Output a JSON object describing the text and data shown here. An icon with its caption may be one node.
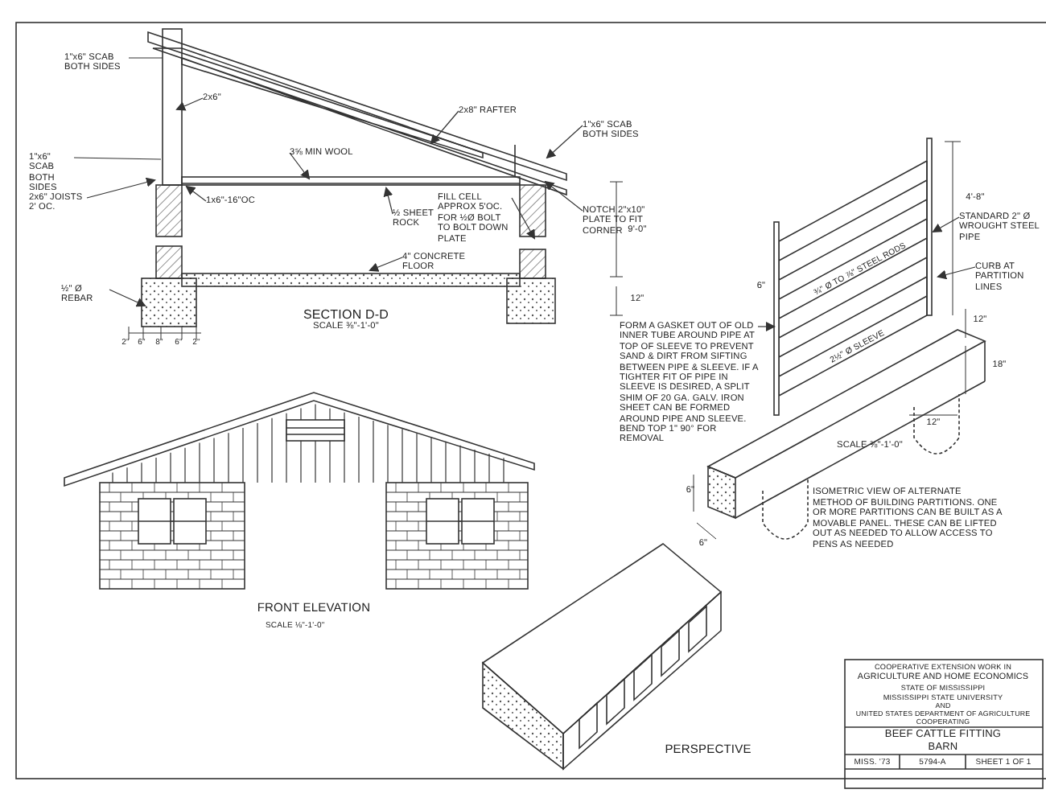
{
  "diagram": {
    "nodes": [
      {
        "text": [
          "1\"x6\" SCAB BOTH SIDES"
        ]
      },
      {
        "text": [
          "2x6\""
        ]
      },
      {
        "text": [
          "1\"x6\" SCAB BOTH SIDES"
        ]
      },
      {
        "text": [
          "2x6\" JOISTS 2' OC."
        ]
      },
      {
        "text": [
          "3⅝ MIN WOOL"
        ]
      },
      {
        "text": [
          "1x6\"-16\"OC"
        ]
      },
      {
        "text": [
          "½ SHEET ROCK"
        ]
      },
      {
        "text": [
          "FILL CELL APPROX 5'OC. FOR ½Ø BOLT TO BOLT DOWN PLATE"
        ]
      },
      {
        "text": [
          "4\" CONCRETE FLOOR"
        ]
      },
      {
        "text": [
          "½\" Ø REBAR"
        ]
      },
      {
        "text": [
          "2x8\" RAFTER"
        ]
      },
      {
        "text": [
          "1\"x6\" SCAB BOTH SIDES"
        ]
      },
      {
        "text": [
          "NOTCH 2\"x10\" PLATE TO FIT CORNER"
        ]
      },
      {
        "text": [
          "STANDARD 2\" Ø WROUGHT STEEL PIPE"
        ]
      },
      {
        "text": [
          "CURB AT PARTITION LINES"
        ]
      },
      {
        "text": [
          "FORM A GASKET OUT OF OLD INNER TUBE AROUND PIPE AT TOP OF SLEEVE TO PREVENT SAND & DIRT FROM SIFTING BETWEEN PIPE & SLEEVE. IF A TIGHTER FIT OF PIPE IN SLEEVE IS DESIRED, A SPLIT SHIM OF 20 GA. GALV. IRON SHEET CAN BE FORMED AROUND PIPE AND SLEEVE. BEND TOP 1\" 90° FOR REMOVAL"
        ]
      },
      {
        "text": [],
        "shape": "bar"
      }
    ],
    "edges": [
      {
        "from": 0,
        "to": null,
        "arrow": "none"
      },
      {
        "from": 1,
        "to": null,
        "arrow": "to"
      },
      {
        "from": 2,
        "to": null,
        "arrow": "none"
      },
      {
        "from": 3,
        "to": null,
        "arrow": "to"
      },
      {
        "from": 4,
        "to": null,
        "arrow": "to"
      },
      {
        "from": 5,
        "to": null,
        "arrow": "to"
      },
      {
        "from": 6,
        "to": null,
        "arrow": "to"
      },
      {
        "from": 7,
        "to": null,
        "arrow": "to"
      },
      {
        "from": 8,
        "to": null,
        "arrow": "to"
      },
      {
        "from": 9,
        "to": null,
        "arrow": "to"
      },
      {
        "from": 10,
        "to": null,
        "arrow": "to"
      },
      {
        "from": 11,
        "to": null,
        "arrow": "to"
      },
      {
        "from": 12,
        "to": null,
        "arrow": "to"
      },
      {
        "from": 13,
        "to": null,
        "arrow": "to"
      },
      {
        "from": 14,
        "to": null,
        "arrow": "to"
      },
      {
        "from": 15,
        "to": 16,
        "arrow": "to"
      }
    ],
    "labels": [
      "SECTION D-D",
      "SCALE ⅜\"-1'-0\"",
      "9'-0\"",
      "12\"",
      "2\"",
      "6\"",
      "8\"",
      "6\"",
      "2\"",
      "4'-8\"",
      "6\"",
      "¾\" Ø TO ⅞\" STEEL RODS",
      "12\"",
      "2½\" Ø SLEEVE",
      "18\"",
      "12\"",
      "6\"",
      "6\"",
      "SCALE ⅜\"-1'-0\"",
      "ISOMETRIC VIEW OF ALTERNATE METHOD OF BUILDING PARTITIONS. ONE OR MORE PARTITIONS CAN BE BUILT AS A MOVABLE PANEL. THESE CAN BE LIFTED OUT AS NEEDED TO ALLOW ACCESS TO PENS AS NEEDED",
      "FRONT ELEVATION",
      "SCALE ⅛\"-1'-0\"",
      "PERSPECTIVE",
      "COOPERATIVE EXTENSION WORK IN",
      "AGRICULTURE AND HOME ECONOMICS",
      "STATE OF MISSISSIPPI",
      "MISSISSIPPI STATE UNIVERSITY",
      "AND",
      "UNITED STATES DEPARTMENT OF AGRICULTURE COOPERATING",
      "BEEF CATTLE FITTING BARN",
      "MISS. '73",
      "5794-A",
      "SHEET 1 OF 1"
    ]
  }
}
